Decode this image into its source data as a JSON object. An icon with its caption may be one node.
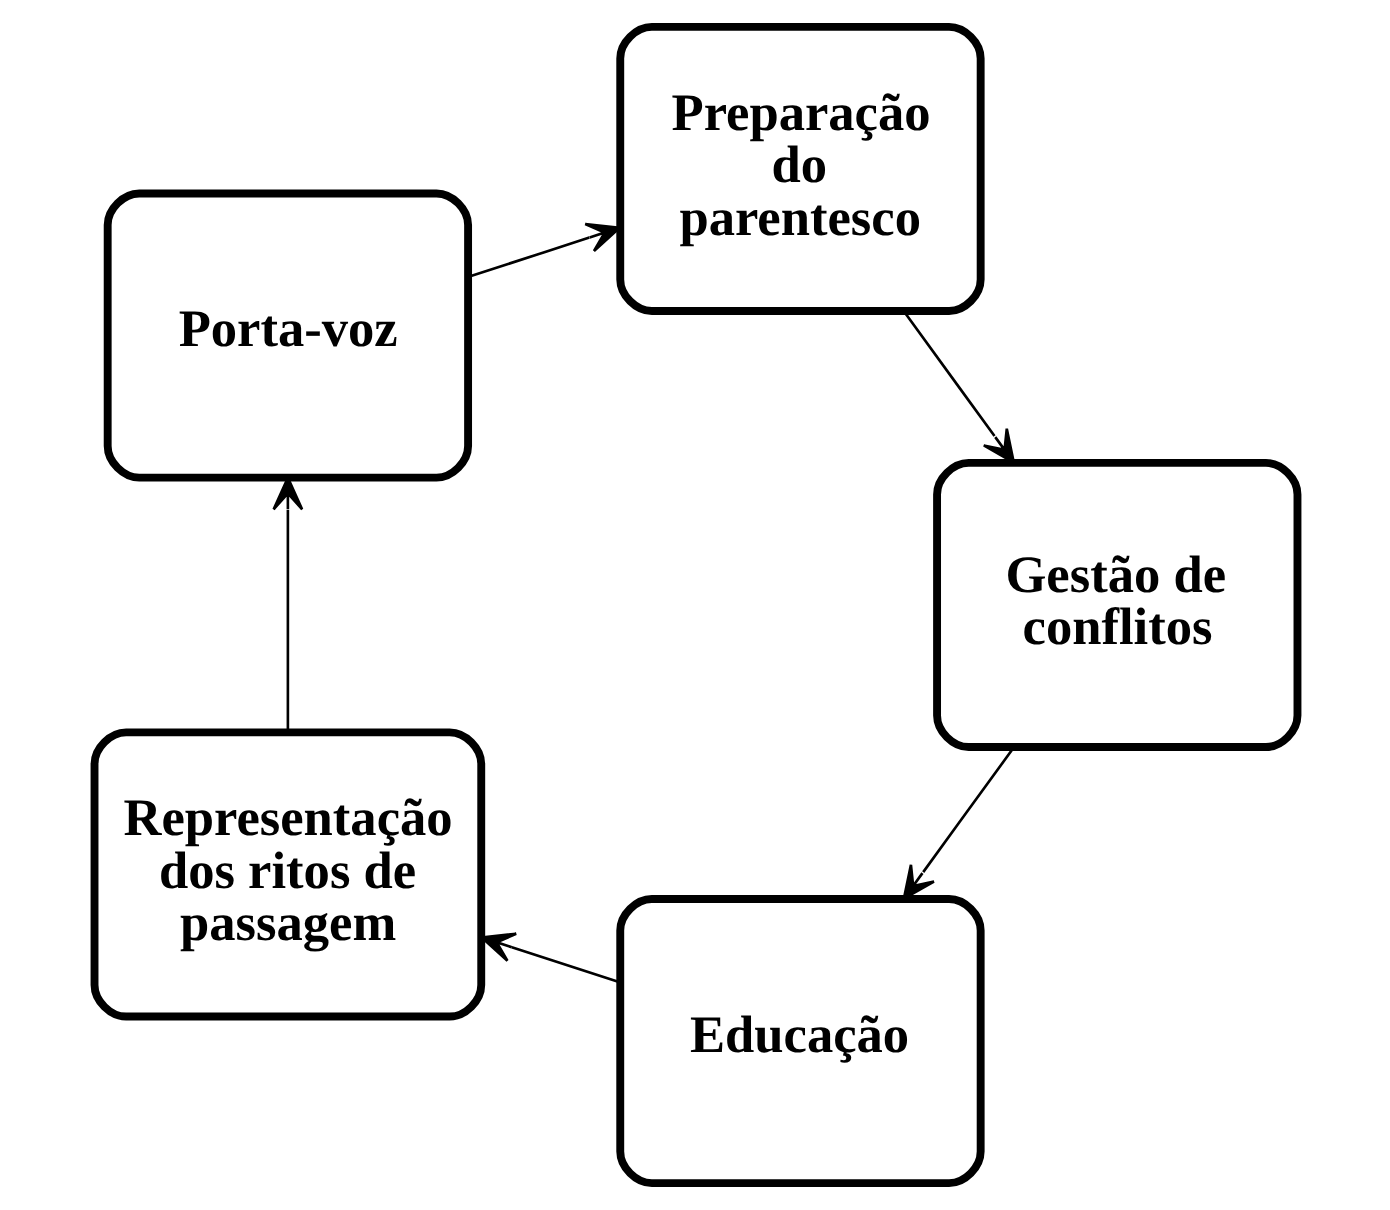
{
  "diagram": {
    "nodes": [
      {
        "text": [
          "Educação"
        ]
      },
      {
        "text": [
          "Representação dos ritos de passagem"
        ]
      },
      {
        "text": [
          "Porta-voz"
        ]
      },
      {
        "text": [
          "Preparação do parentesco"
        ]
      },
      {
        "text": [
          "Gestão de conflitos"
        ]
      }
    ],
    "edges": [
      {
        "from": 0,
        "to": 1,
        "arrow": "to"
      },
      {
        "from": 1,
        "to": 2,
        "arrow": "to"
      },
      {
        "from": 2,
        "to": 3,
        "arrow": "to"
      },
      {
        "from": 3,
        "to": 4,
        "arrow": "to"
      },
      {
        "from": 4,
        "to": 0,
        "arrow": "to"
      }
    ]
  }
}
